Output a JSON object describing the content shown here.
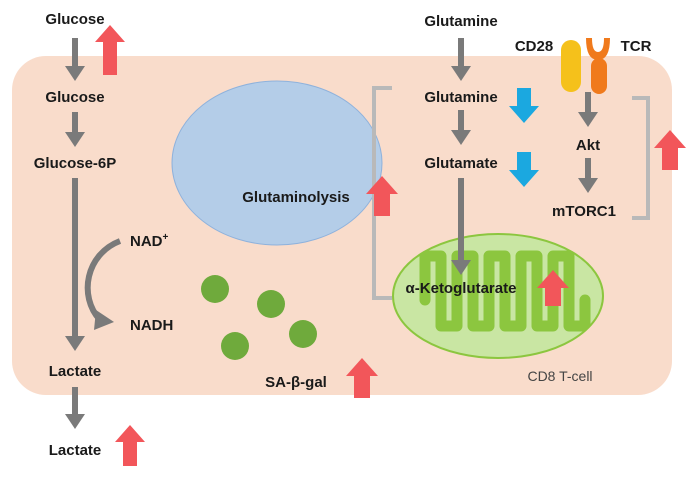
{
  "colors": {
    "cell_fill": "#f9dccb",
    "nucleus_fill": "#b4cde8",
    "nucleus_stroke": "#8fb2dc",
    "arrow_gray": "#7a7a7a",
    "bracket_gray": "#b9b9b9",
    "up_arrow": "#f2565a",
    "down_arrow": "#1ba8e0",
    "mito_outer": "#c9e6a3",
    "mito_inner": "#8cc63f",
    "granule": "#6faa3c",
    "receptor_yellow": "#f5c11b",
    "receptor_orange": "#f07a1c"
  },
  "labels": {
    "glucose_outside": "Glucose",
    "glucose_inside": "Glucose",
    "glucose_6p": "Glucose-6P",
    "nad": "NAD",
    "nad_sup": "+",
    "nadh": "NADH",
    "lactate_inside": "Lactate",
    "lactate_outside": "Lactate",
    "glutamine_outside": "Glutamine",
    "glutamine_inside": "Glutamine",
    "glutamate": "Glutamate",
    "alpha_kg": "α-Ketoglutarate",
    "glutaminolysis": "Glutaminolysis",
    "sa_beta_gal": "SA-β-gal",
    "cd28": "CD28",
    "tcr": "TCR",
    "akt": "Akt",
    "mtorc1": "mTORC1",
    "cell_name": "CD8 T-cell"
  },
  "icons": {
    "up_arrow": "up-arrow-icon",
    "down_arrow": "down-arrow-icon",
    "flow_arrow": "flow-arrow-icon"
  }
}
